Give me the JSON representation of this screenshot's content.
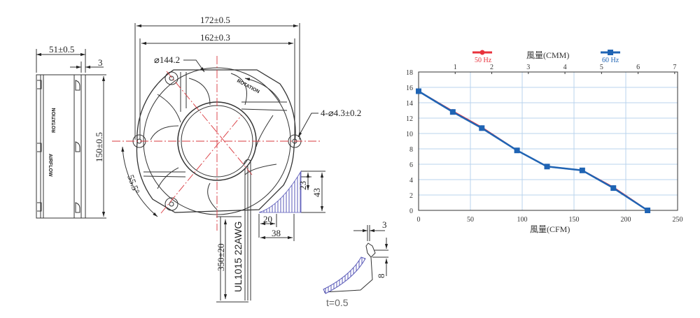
{
  "drawing": {
    "side_view": {
      "width_dim": "51±0.5",
      "flange_dim": "3",
      "height_dim": "150±0.5",
      "rotation_label": "ROTATION",
      "airflow_label": "AIRFLOW"
    },
    "front_view": {
      "overall_width_dim": "172±0.5",
      "mount_width_dim": "162±0.3",
      "diameter_dim": "⌀144.2",
      "hole_dim": "4-⌀4.3±0.2",
      "angle_dim": "55.5°",
      "rotation_label": "ROTATION",
      "dim_23": "23",
      "dim_43": "43",
      "dim_20": "20",
      "dim_38": "38",
      "lead_length_dim": "350±20",
      "wire_spec": "UL1015  22AWG"
    },
    "detail_view": {
      "dim_3": "3",
      "dim_8": "8",
      "thickness": "t=0.5"
    }
  },
  "chart_data": {
    "type": "line",
    "title": "",
    "xlabel": "風量(CFM)",
    "x2label": "風量(CMM)",
    "ylabel": "",
    "xlim": [
      0,
      250
    ],
    "ylim": [
      0,
      18
    ],
    "x_ticks": [
      0,
      50,
      100,
      150,
      200,
      250
    ],
    "x2_ticks": [
      1,
      2,
      3,
      4,
      5,
      6,
      7
    ],
    "y_ticks": [
      0,
      2,
      4,
      6,
      8,
      10,
      12,
      14,
      16,
      18
    ],
    "grid": true,
    "legend_position": "top",
    "series": [
      {
        "name": "50 Hz",
        "color": "#e8323c",
        "marker": "circle",
        "x": [
          0,
          33,
          61,
          95,
          124,
          158,
          188,
          221
        ],
        "y": [
          15.5,
          12.9,
          10.8,
          7.8,
          5.7,
          5.2,
          3.0,
          0
        ]
      },
      {
        "name": "60 Hz",
        "color": "#1f64b4",
        "marker": "square",
        "x": [
          0,
          33,
          61,
          95,
          124,
          158,
          188,
          221
        ],
        "y": [
          15.5,
          12.8,
          10.7,
          7.8,
          5.7,
          5.2,
          2.9,
          0
        ]
      }
    ]
  }
}
